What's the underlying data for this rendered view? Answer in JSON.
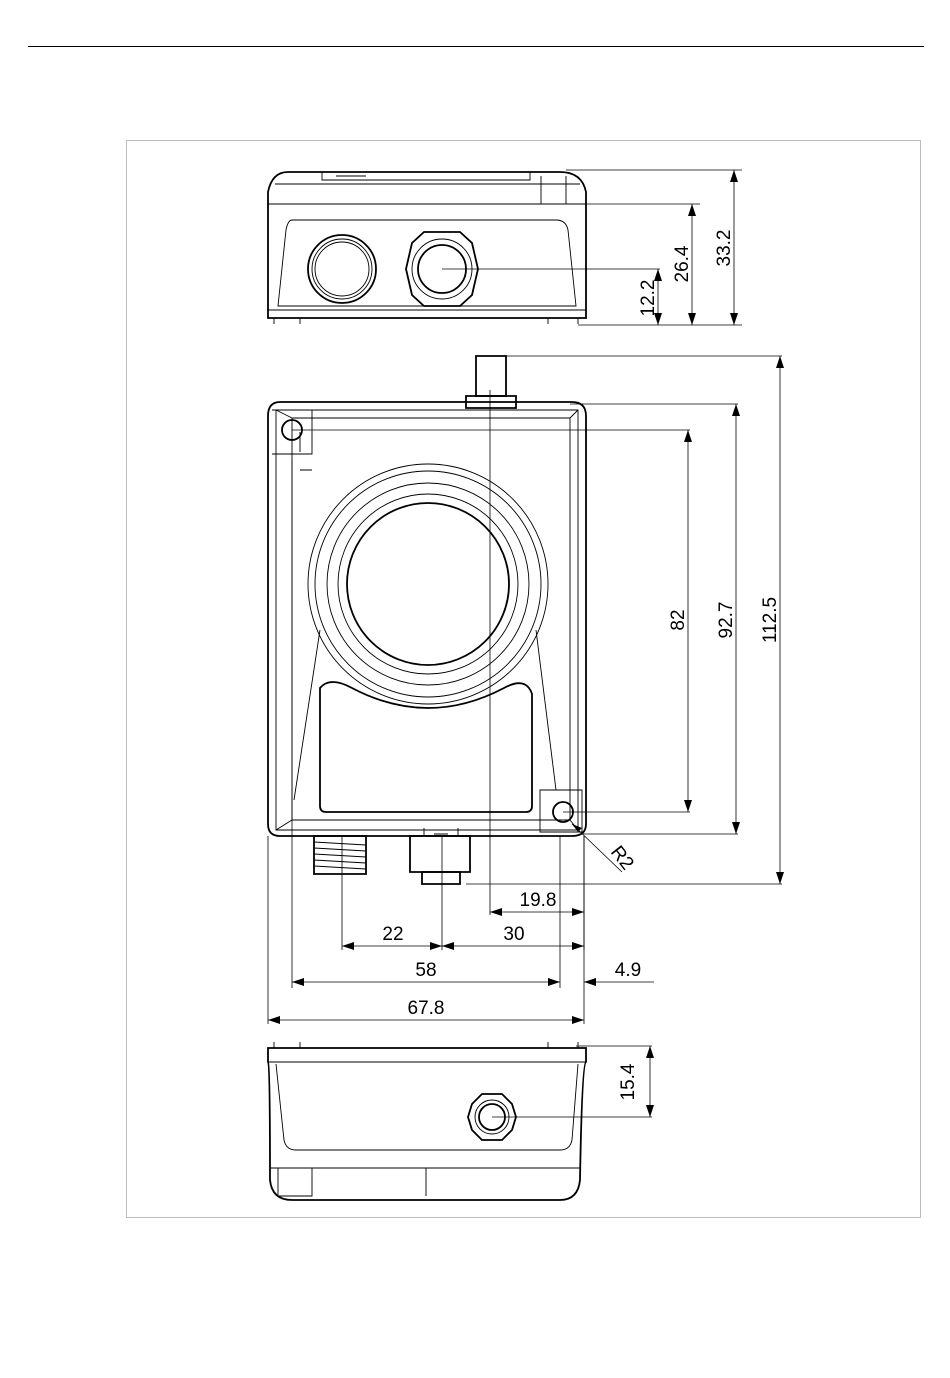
{
  "dimensions": {
    "front_total_height": "33.2",
    "front_upper_height": "26.4",
    "front_port_height": "12.2",
    "hole_spacing_vertical": "82",
    "body_height": "92.7",
    "overall_height": "112.5",
    "corner_radius": "R2",
    "connector_offset": "19.8",
    "port_spacing": "22",
    "port_to_edge": "30",
    "hole_spacing_horizontal": "58",
    "hole_edge_offset": "4.9",
    "body_width": "67.8",
    "bottom_port_height": "15.4"
  }
}
